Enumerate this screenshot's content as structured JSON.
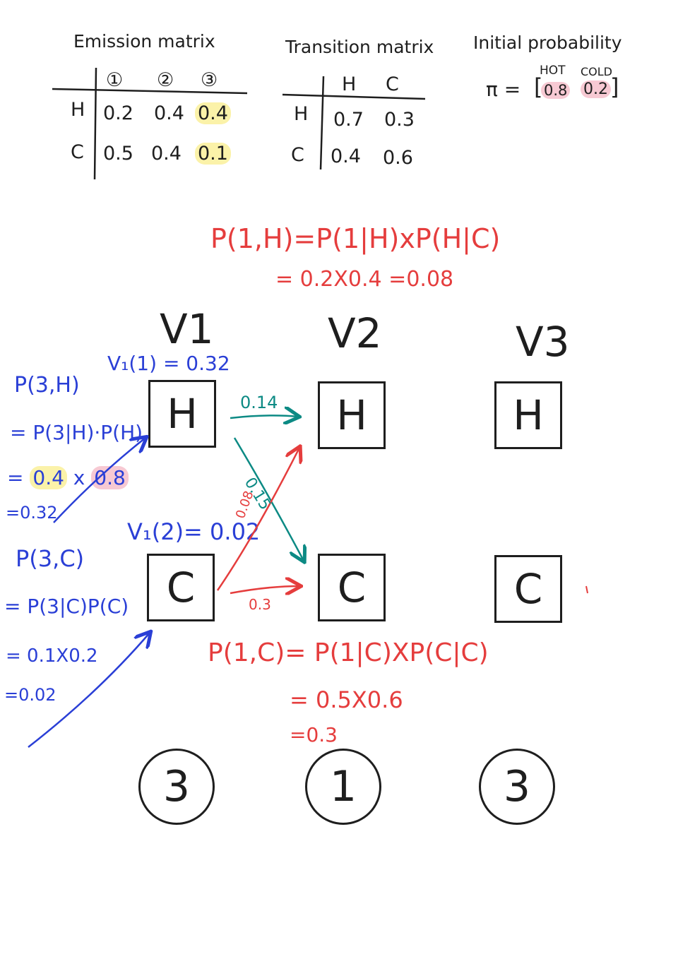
{
  "emission": {
    "title": "Emission matrix",
    "cols": [
      "①",
      "②",
      "③"
    ],
    "rows": [
      {
        "state": "H",
        "values": [
          "0.2",
          "0.4",
          "0.4"
        ]
      },
      {
        "state": "C",
        "values": [
          "0.5",
          "0.4",
          "0.1"
        ]
      }
    ]
  },
  "transition": {
    "title": "Transition matrix",
    "cols": [
      "H",
      "C"
    ],
    "rows": [
      {
        "state": "H",
        "values": [
          "0.7",
          "0.3"
        ]
      },
      {
        "state": "C",
        "values": [
          "0.4",
          "0.6"
        ]
      }
    ]
  },
  "initial": {
    "title": "Initial probability",
    "hot_label": "HOT",
    "cold_label": "COLD",
    "pi_label": "π =",
    "open": "[",
    "hot": "0.8",
    "cold": "0.2",
    "close": "]"
  },
  "top_eq": {
    "line1": "P(1,H)=P(1|H)xP(H|C)",
    "line2": "= 0.2X0.4 =0.08"
  },
  "columns": [
    "V1",
    "V2",
    "V3"
  ],
  "states": [
    "H",
    "C"
  ],
  "observations": [
    "3",
    "1",
    "3"
  ],
  "v1_h": "V₁(1) = 0.32",
  "v1_c": "V₁(2)= 0.02",
  "left_h": {
    "l1": "P(3,H)",
    "l2": "= P(3|H)·P(H)",
    "l3a": "= ",
    "l3b": "0.4",
    "l3c": " x ",
    "l3d": "0.8",
    "l4": "=0.32"
  },
  "left_c": {
    "l1": "P(3,C)",
    "l2": "= P(3|C)P(C)",
    "l3": "= 0.1X0.2",
    "l4": "=0.02"
  },
  "edges": {
    "hh": "0.14",
    "hc": "0.15",
    "ch": "0.08",
    "cc": "0.3"
  },
  "bottom_eq": {
    "line1": "P(1,C)= P(1|C)XP(C|C)",
    "line2": "= 0.5X0.6",
    "line3": "=0.3"
  },
  "colors": {
    "ink": "#1e1e1e",
    "red": "#e53d3d",
    "blue": "#2a3fd6",
    "teal": "#0c8a84",
    "yellow_highlight": "#fbf2a9",
    "pink_highlight": "#f7c9d3"
  }
}
